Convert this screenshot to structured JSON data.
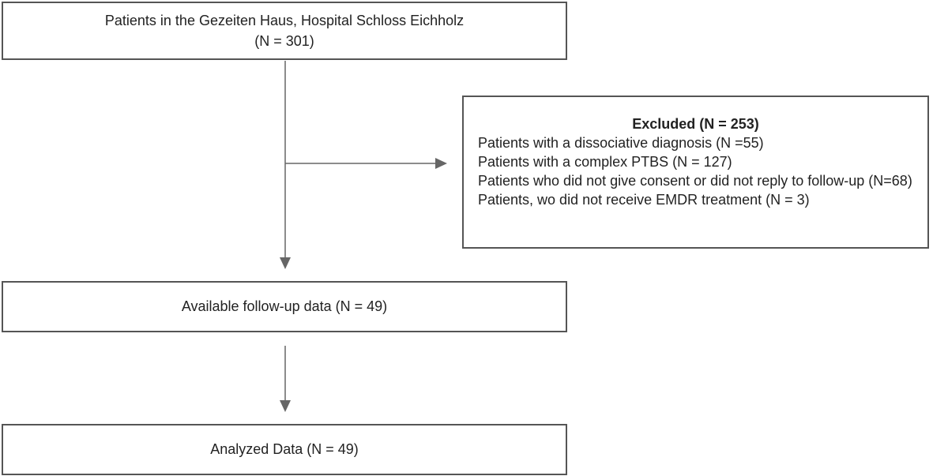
{
  "flowchart": {
    "top_box": {
      "line1": "Patients in the Gezeiten Haus, Hospital Schloss Eichholz",
      "line2": "(N = 301)"
    },
    "excluded_box": {
      "title": "Excluded (N = 253)",
      "items": [
        "Patients with a dissociative diagnosis (N =55)",
        "Patients with a complex PTBS (N = 127)",
        "Patients who did not give consent or did not reply to follow-up (N=68)",
        "Patients, wo did not receive EMDR treatment (N = 3)"
      ]
    },
    "available_box": {
      "label": "Available follow-up data (N = 49)"
    },
    "analyzed_box": {
      "label": "Analyzed Data (N = 49)"
    }
  },
  "colors": {
    "border": "#555555",
    "arrow": "#666666",
    "text": "#222222"
  }
}
